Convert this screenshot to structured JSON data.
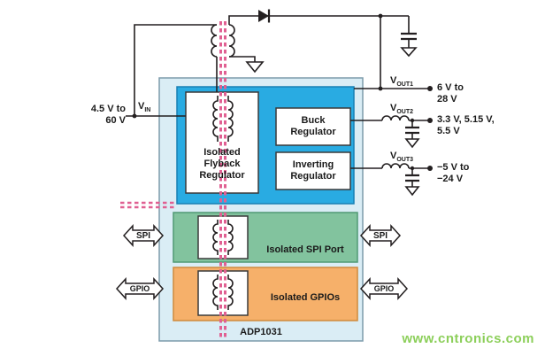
{
  "input": {
    "range": "4.5 V to\n60 V",
    "pin": "V",
    "pin_sub": "IN"
  },
  "outputs": {
    "vout1": {
      "pin": "V",
      "sub": "OUT1",
      "range": "6 V to\n28 V"
    },
    "vout2": {
      "pin": "V",
      "sub": "OUT2",
      "range": "3.3 V, 5.15 V,\n5.5 V"
    },
    "vout3": {
      "pin": "V",
      "sub": "OUT3",
      "range": "−5 V to\n−24 V"
    }
  },
  "blocks": {
    "chip": "ADP1031",
    "flyback": "Isolated\nFlyback\nRegulator",
    "buck": "Buck\nRegulator",
    "inverting": "Inverting\nRegulator",
    "spi_port": "Isolated SPI Port",
    "gpios": "Isolated GPIOs"
  },
  "ports": {
    "spi_left": "SPI",
    "spi_right": "SPI",
    "gpio_left": "GPIO",
    "gpio_right": "GPIO"
  },
  "watermark": "www.cntronics.com",
  "colors": {
    "power-blue": "#29abe2",
    "spi-green": "#82c39e",
    "gpio-orange": "#f6b06a",
    "chip-fill": "#daedf5",
    "barrier-pink": "#e06092",
    "watermark-green": "#8ccf5a",
    "wire": "#231f20"
  }
}
